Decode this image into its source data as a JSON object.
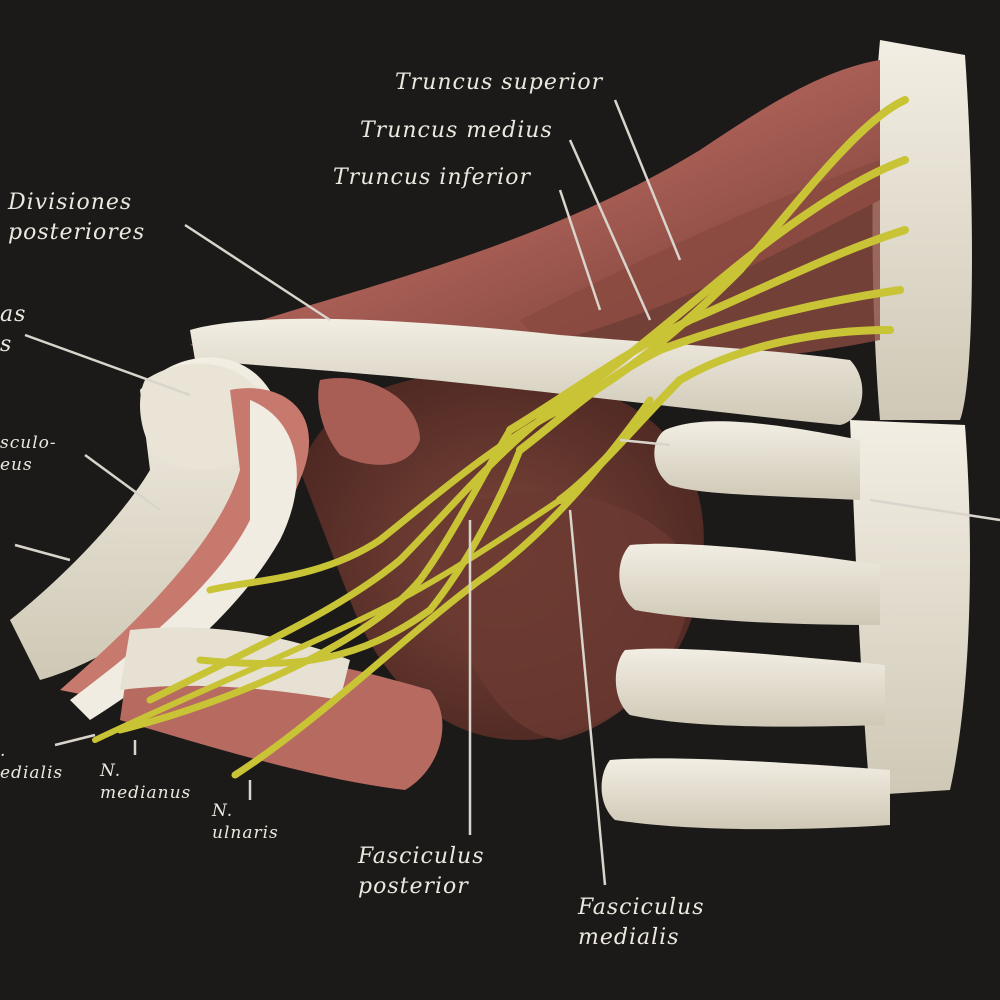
{
  "labels": {
    "truncus_superior": "Truncus superior",
    "truncus_medius": "Truncus medius",
    "truncus_inferior": "Truncus inferior",
    "divisiones_posteriores": [
      "Divisiones",
      "posteriores"
    ],
    "divisiones_anteriores_partial": [
      "as",
      "s"
    ],
    "n_musculocutaneus_partial": [
      "sculo-",
      "eus"
    ],
    "n_medialis_partial": [
      ".",
      "edialis"
    ],
    "n_medianus": [
      "N.",
      "medianus"
    ],
    "n_ulnaris": [
      "N.",
      "ulnaris"
    ],
    "fasciculus_posterior": [
      "Fasciculus",
      "posterior"
    ],
    "fasciculus_medialis": [
      "Fasciculus",
      "medialis"
    ]
  },
  "colors": {
    "background": "#1c1a19",
    "nerve": "#c9c436",
    "bone": "#e6e1d2",
    "muscle": "#b8675f",
    "muscle_dark": "#6e3a33",
    "label_text": "#ece8df",
    "leader_line": "#d9d5cc"
  }
}
